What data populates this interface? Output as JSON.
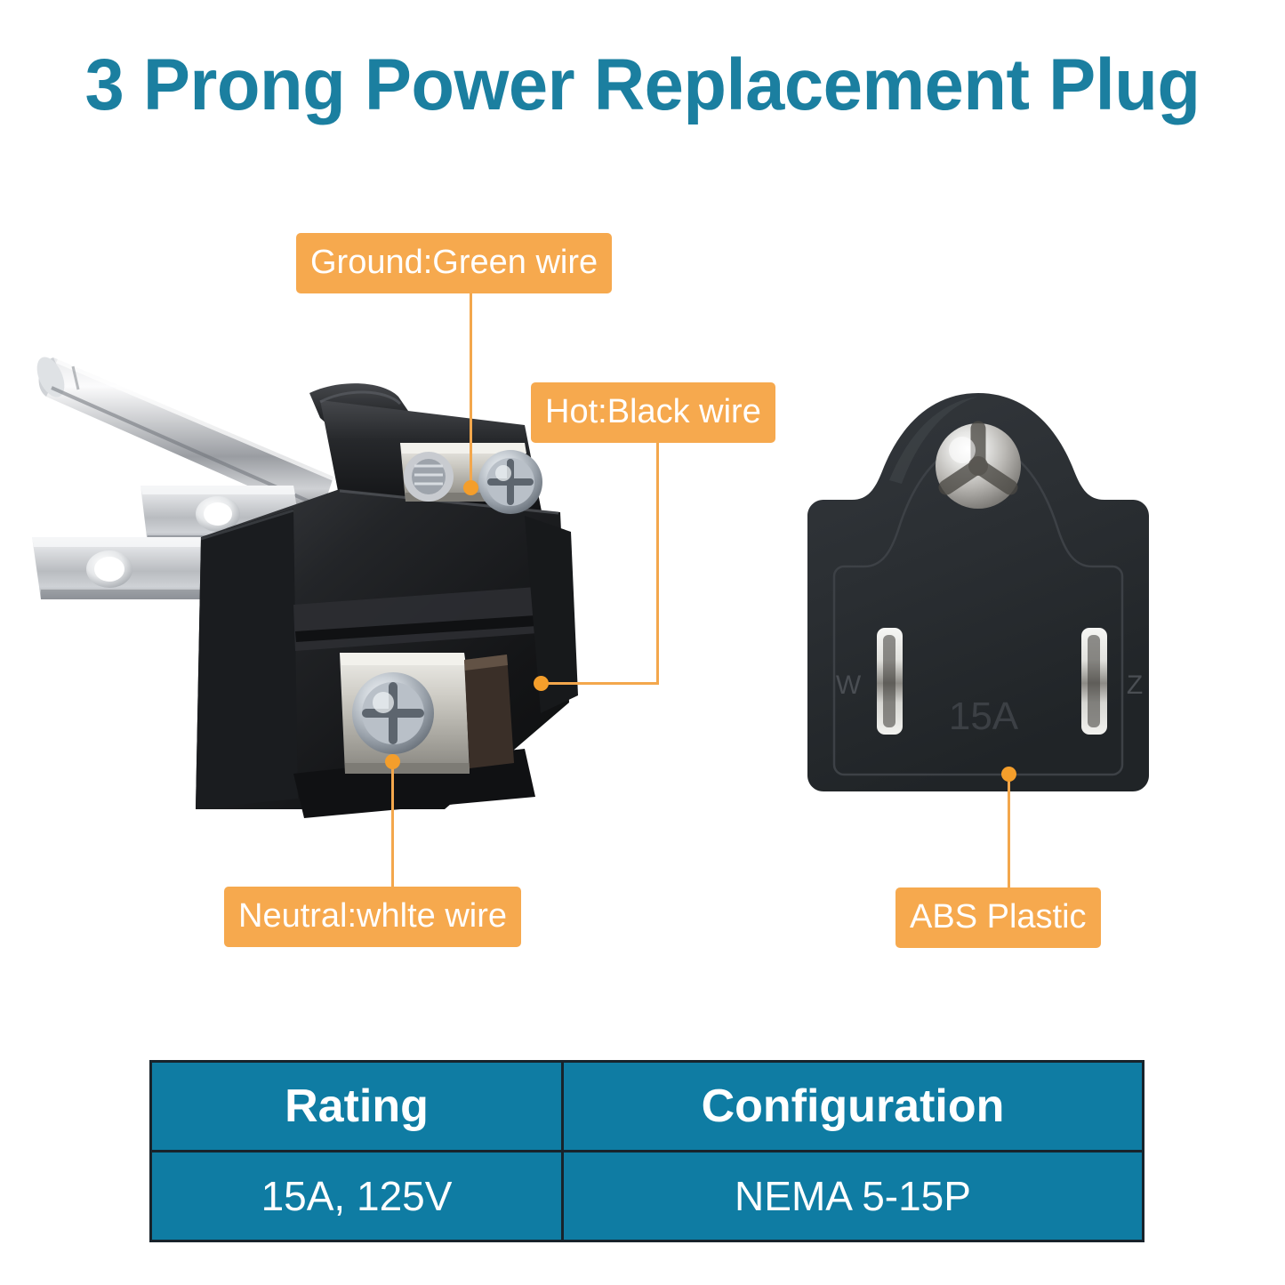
{
  "page": {
    "title": "3 Prong Power Replacement Plug",
    "background_color": "#ffffff",
    "accent_teal": "#1b7fa0",
    "accent_orange": "#f6a94e",
    "table_teal": "#0f7ca3",
    "table_border": "#18232b"
  },
  "callouts": [
    {
      "id": "ground",
      "label": "Ground:Green wire",
      "points_to": "ground-screw-terminal"
    },
    {
      "id": "hot",
      "label": "Hot:Black wire",
      "points_to": "hot-screw-terminal"
    },
    {
      "id": "neutral",
      "label": "Neutral:whlte wire",
      "points_to": "neutral-screw-terminal"
    },
    {
      "id": "abs",
      "label": "ABS Plastic",
      "points_to": "plug-face-housing"
    }
  ],
  "product_left": {
    "name": "plug-body-assembly",
    "parts": {
      "ground_pin": "round-ground-pin",
      "blade_upper": "flat-blade-prong",
      "blade_lower": "flat-blade-prong",
      "housing": "black-plastic-housing",
      "terminal_upper": "screw-terminal",
      "terminal_lower": "screw-terminal"
    }
  },
  "product_right": {
    "name": "plug-face",
    "markings": {
      "left_blade_letter": "W",
      "right_blade_letter": "Z",
      "rating_emboss": "15A"
    },
    "parts": {
      "ground_pin": "round-ground-pin",
      "slot_left": "blade-slot",
      "slot_right": "blade-slot",
      "housing": "black-plastic-housing"
    }
  },
  "spec_table": {
    "headers": [
      "Rating",
      "Configuration"
    ],
    "rows": [
      [
        "15A, 125V",
        "NEMA 5-15P"
      ]
    ]
  }
}
